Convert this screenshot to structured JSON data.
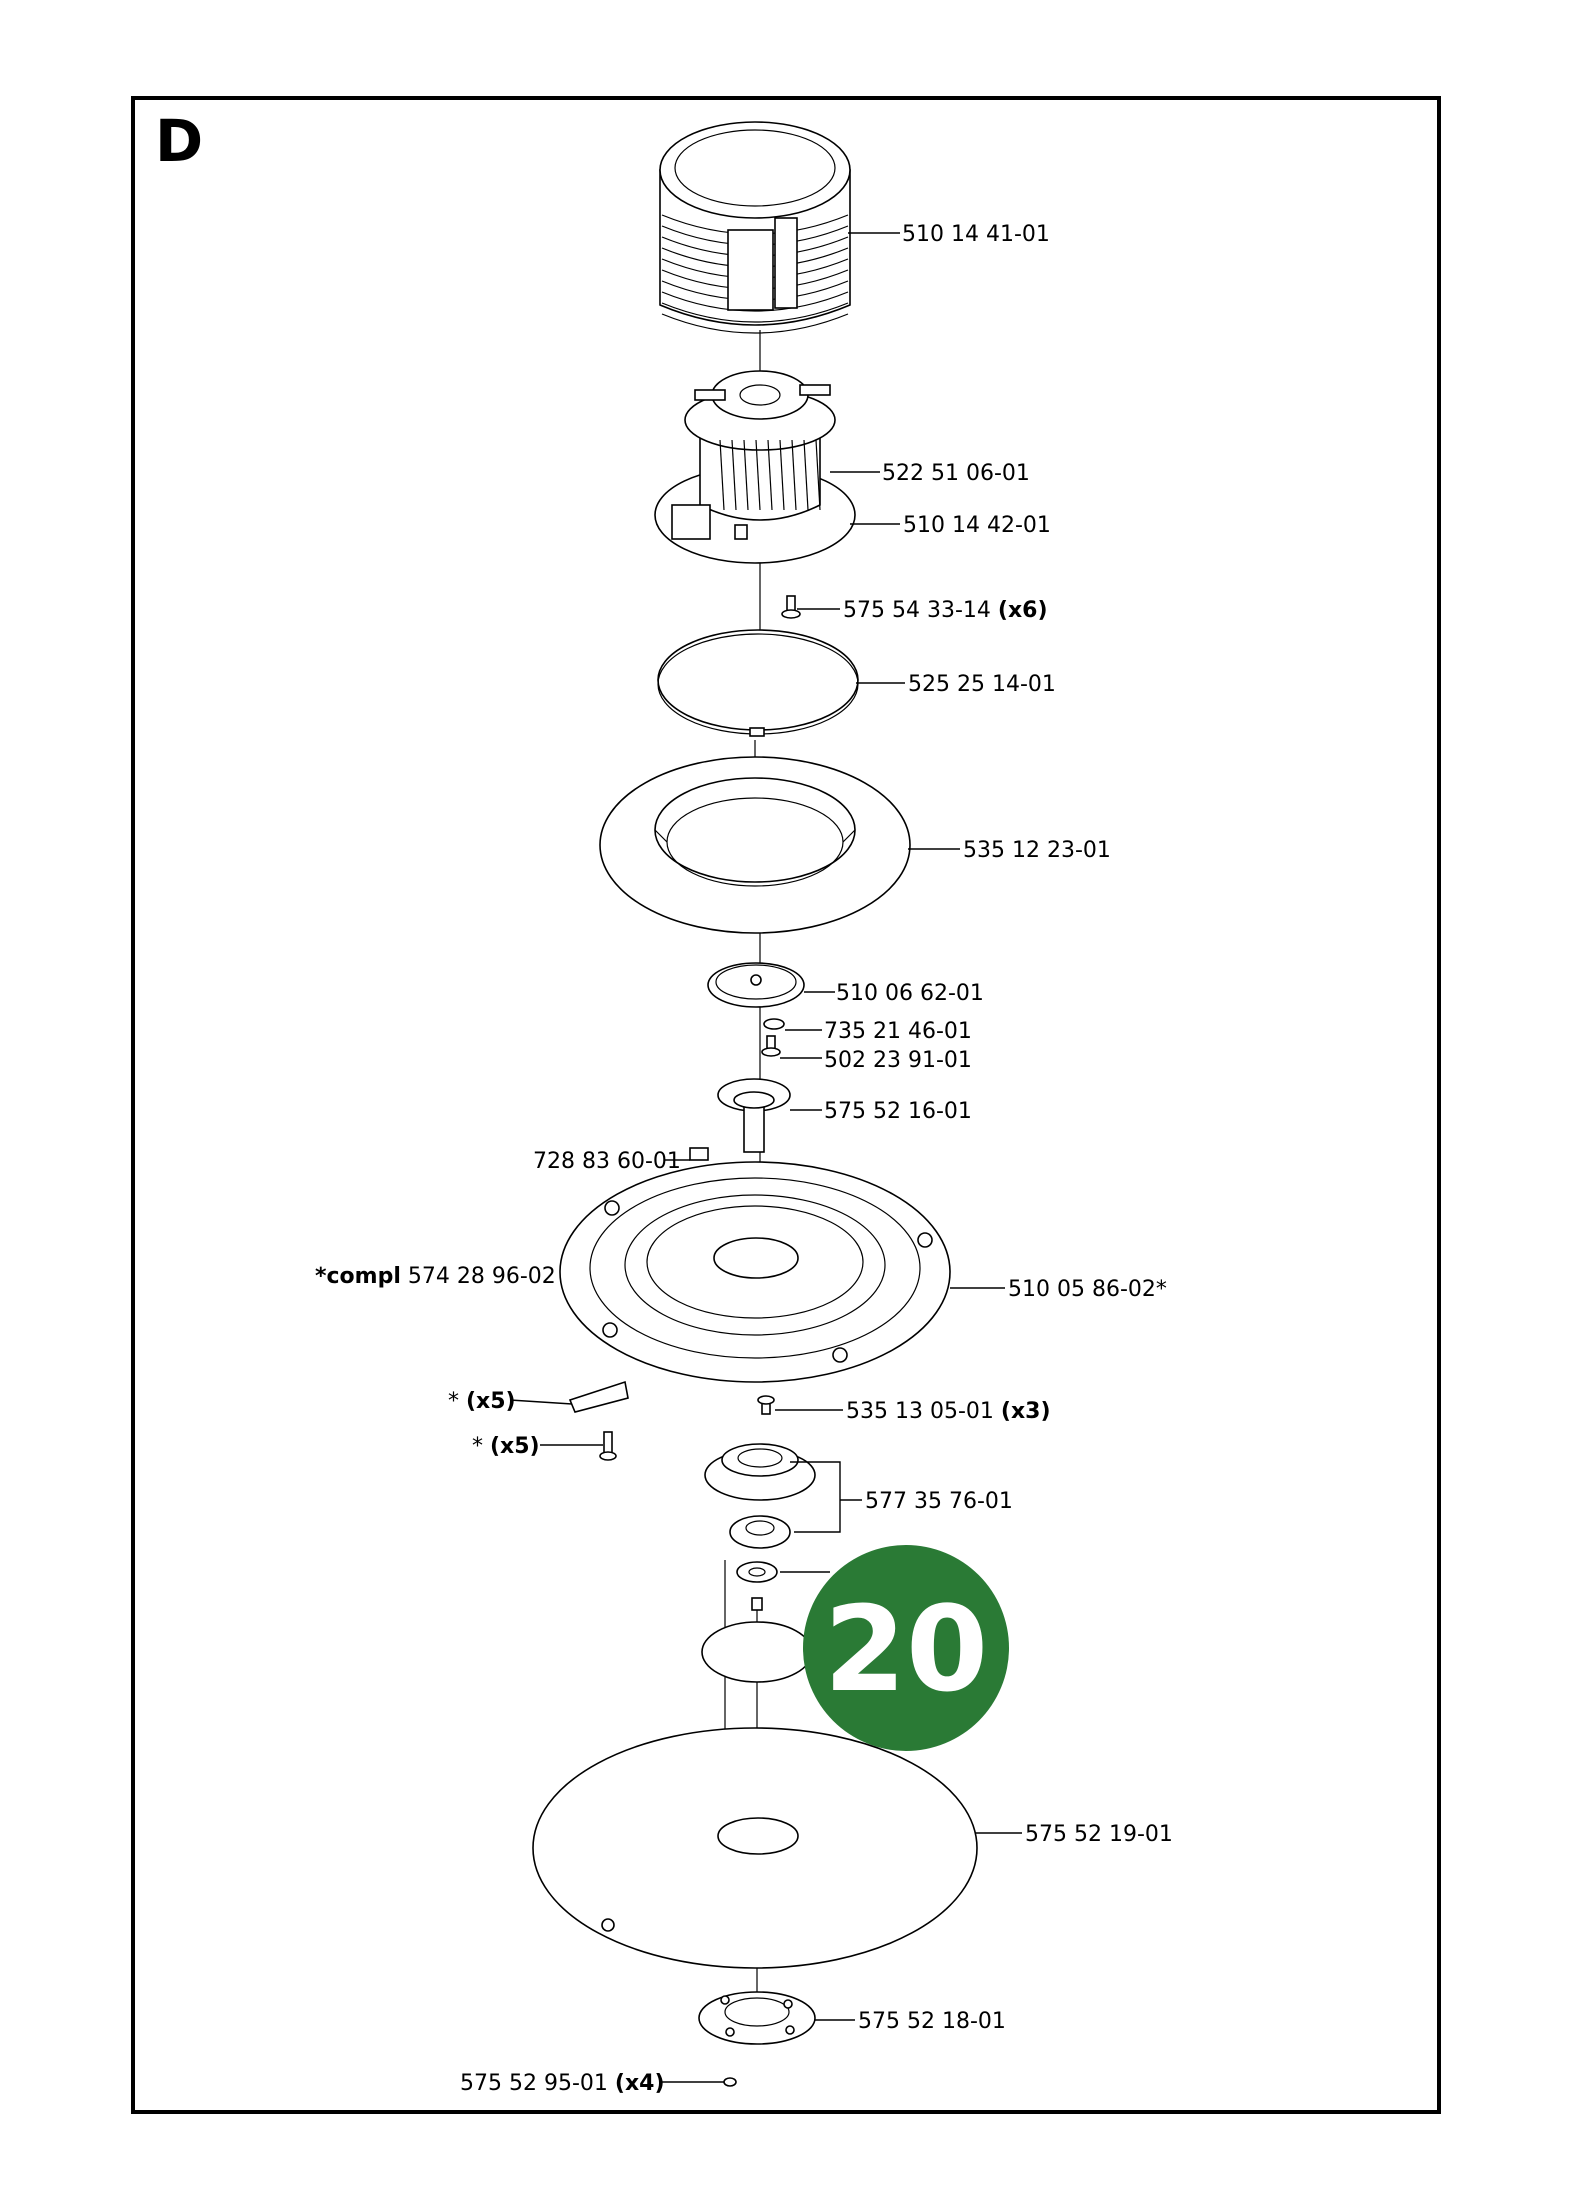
{
  "section": {
    "letter": "D"
  },
  "badge": {
    "number": "20",
    "color": "#2a7a35"
  },
  "parts": [
    {
      "id": "p1",
      "number": "510 14 41-01",
      "qty": ""
    },
    {
      "id": "p2",
      "number": "522 51 06-01",
      "qty": ""
    },
    {
      "id": "p3",
      "number": "510 14 42-01",
      "qty": ""
    },
    {
      "id": "p4",
      "number": "575 54 33-14",
      "qty": "(x6)"
    },
    {
      "id": "p5",
      "number": "525 25 14-01",
      "qty": ""
    },
    {
      "id": "p6",
      "number": "535 12 23-01",
      "qty": ""
    },
    {
      "id": "p7",
      "number": "510 06 62-01",
      "qty": ""
    },
    {
      "id": "p8",
      "number": "735 21 46-01",
      "qty": ""
    },
    {
      "id": "p9",
      "number": "502 23 91-01",
      "qty": ""
    },
    {
      "id": "p10",
      "number": "575 52 16-01",
      "qty": ""
    },
    {
      "id": "p11",
      "number": "728 83 60-01",
      "qty": ""
    },
    {
      "id": "p12",
      "prefix": "*compl",
      "number": "574 28 96-02",
      "qty": ""
    },
    {
      "id": "p13",
      "number": "510 05 86-02*",
      "qty": ""
    },
    {
      "id": "p14",
      "number": "*",
      "qty": "(x5)"
    },
    {
      "id": "p15",
      "number": "535 13 05-01",
      "qty": "(x3)"
    },
    {
      "id": "p16",
      "number": "*",
      "qty": "(x5)"
    },
    {
      "id": "p17",
      "number": "577 35 76-01",
      "qty": ""
    },
    {
      "id": "p18",
      "number": "575 52 19-01",
      "qty": ""
    },
    {
      "id": "p19",
      "number": "575 52 18-01",
      "qty": ""
    },
    {
      "id": "p20",
      "number": "575 52 95-01",
      "qty": "(x4)"
    }
  ]
}
